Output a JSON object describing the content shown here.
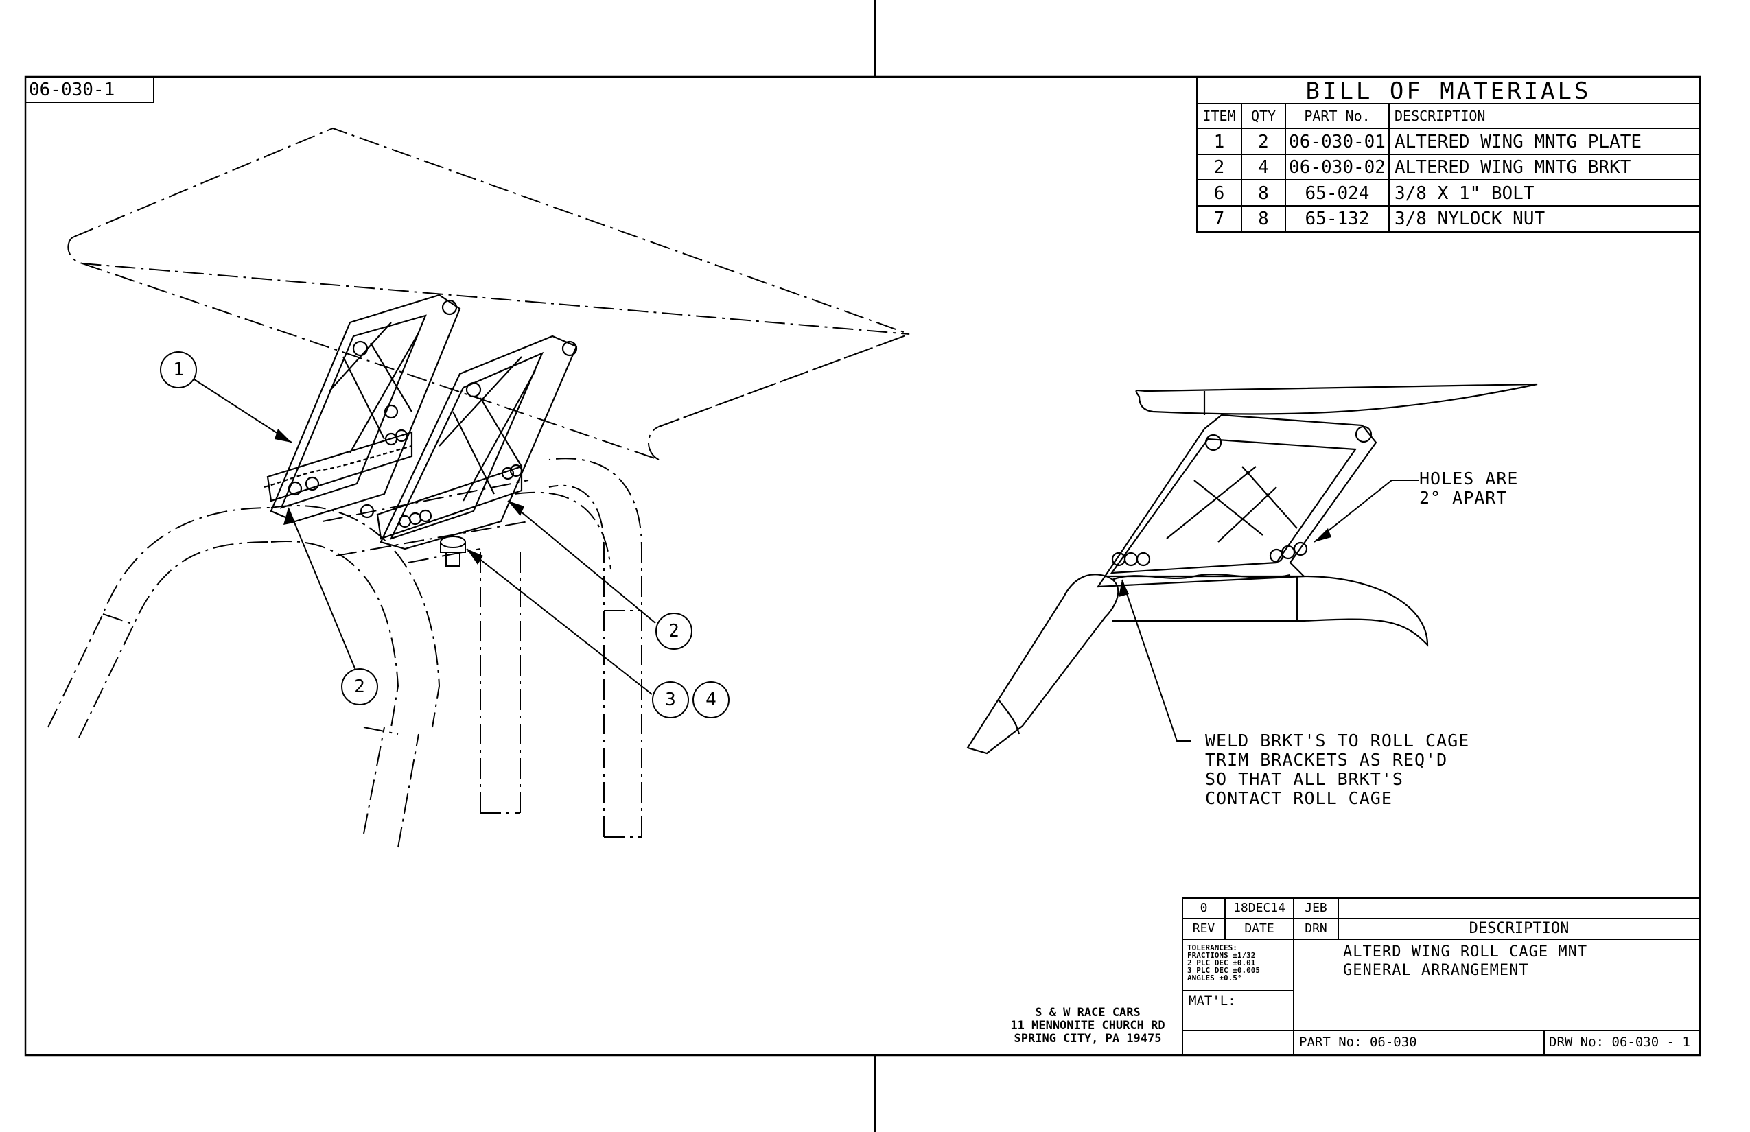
{
  "sheet_id": "06-030-1",
  "bom": {
    "title": "BILL OF MATERIALS",
    "headers": [
      "ITEM",
      "QTY",
      "PART No.",
      "DESCRIPTION"
    ],
    "rows": [
      [
        "1",
        "2",
        "06-030-01",
        "ALTERED WING MNTG PLATE"
      ],
      [
        "2",
        "4",
        "06-030-02",
        "ALTERED WING MNTG BRKT"
      ],
      [
        "6",
        "8",
        "65-024",
        "3/8 X 1\" BOLT"
      ],
      [
        "7",
        "8",
        "65-132",
        "3/8 NYLOCK NUT"
      ]
    ]
  },
  "balloons": [
    "1",
    "2",
    "2",
    "3",
    "4"
  ],
  "notes": {
    "holes_line1": "HOLES ARE",
    "holes_line2": "2° APART",
    "weld_line1": "WELD BRKT'S TO ROLL CAGE",
    "weld_line2": "TRIM BRACKETS AS REQ'D",
    "weld_line3": "SO THAT ALL BRKT'S",
    "weld_line4": "CONTACT ROLL CAGE"
  },
  "company": {
    "name": "S & W RACE CARS",
    "street": "11 MENNONITE CHURCH RD",
    "city": "SPRING CITY, PA 19475"
  },
  "title_block": {
    "rev_value": "0",
    "date_value": "18DEC14",
    "drn_value": "JEB",
    "rev_label": "REV",
    "date_label": "DATE",
    "drn_label": "DRN",
    "description_label": "DESCRIPTION",
    "title_line1": "ALTERD WING ROLL CAGE MNT",
    "title_line2": "GENERAL ARRANGEMENT",
    "tol_1": "TOLERANCES:",
    "tol_2": "FRACTIONS ±1/32",
    "tol_3": "2 PLC DEC ±0.01",
    "tol_4": "3 PLC DEC ±0.005",
    "tol_5": "ANGLES ±0.5°",
    "matl_label": "MAT'L:",
    "part_no": "PART No: 06-030",
    "drw_no": "DRW No: 06-030 - 1"
  }
}
